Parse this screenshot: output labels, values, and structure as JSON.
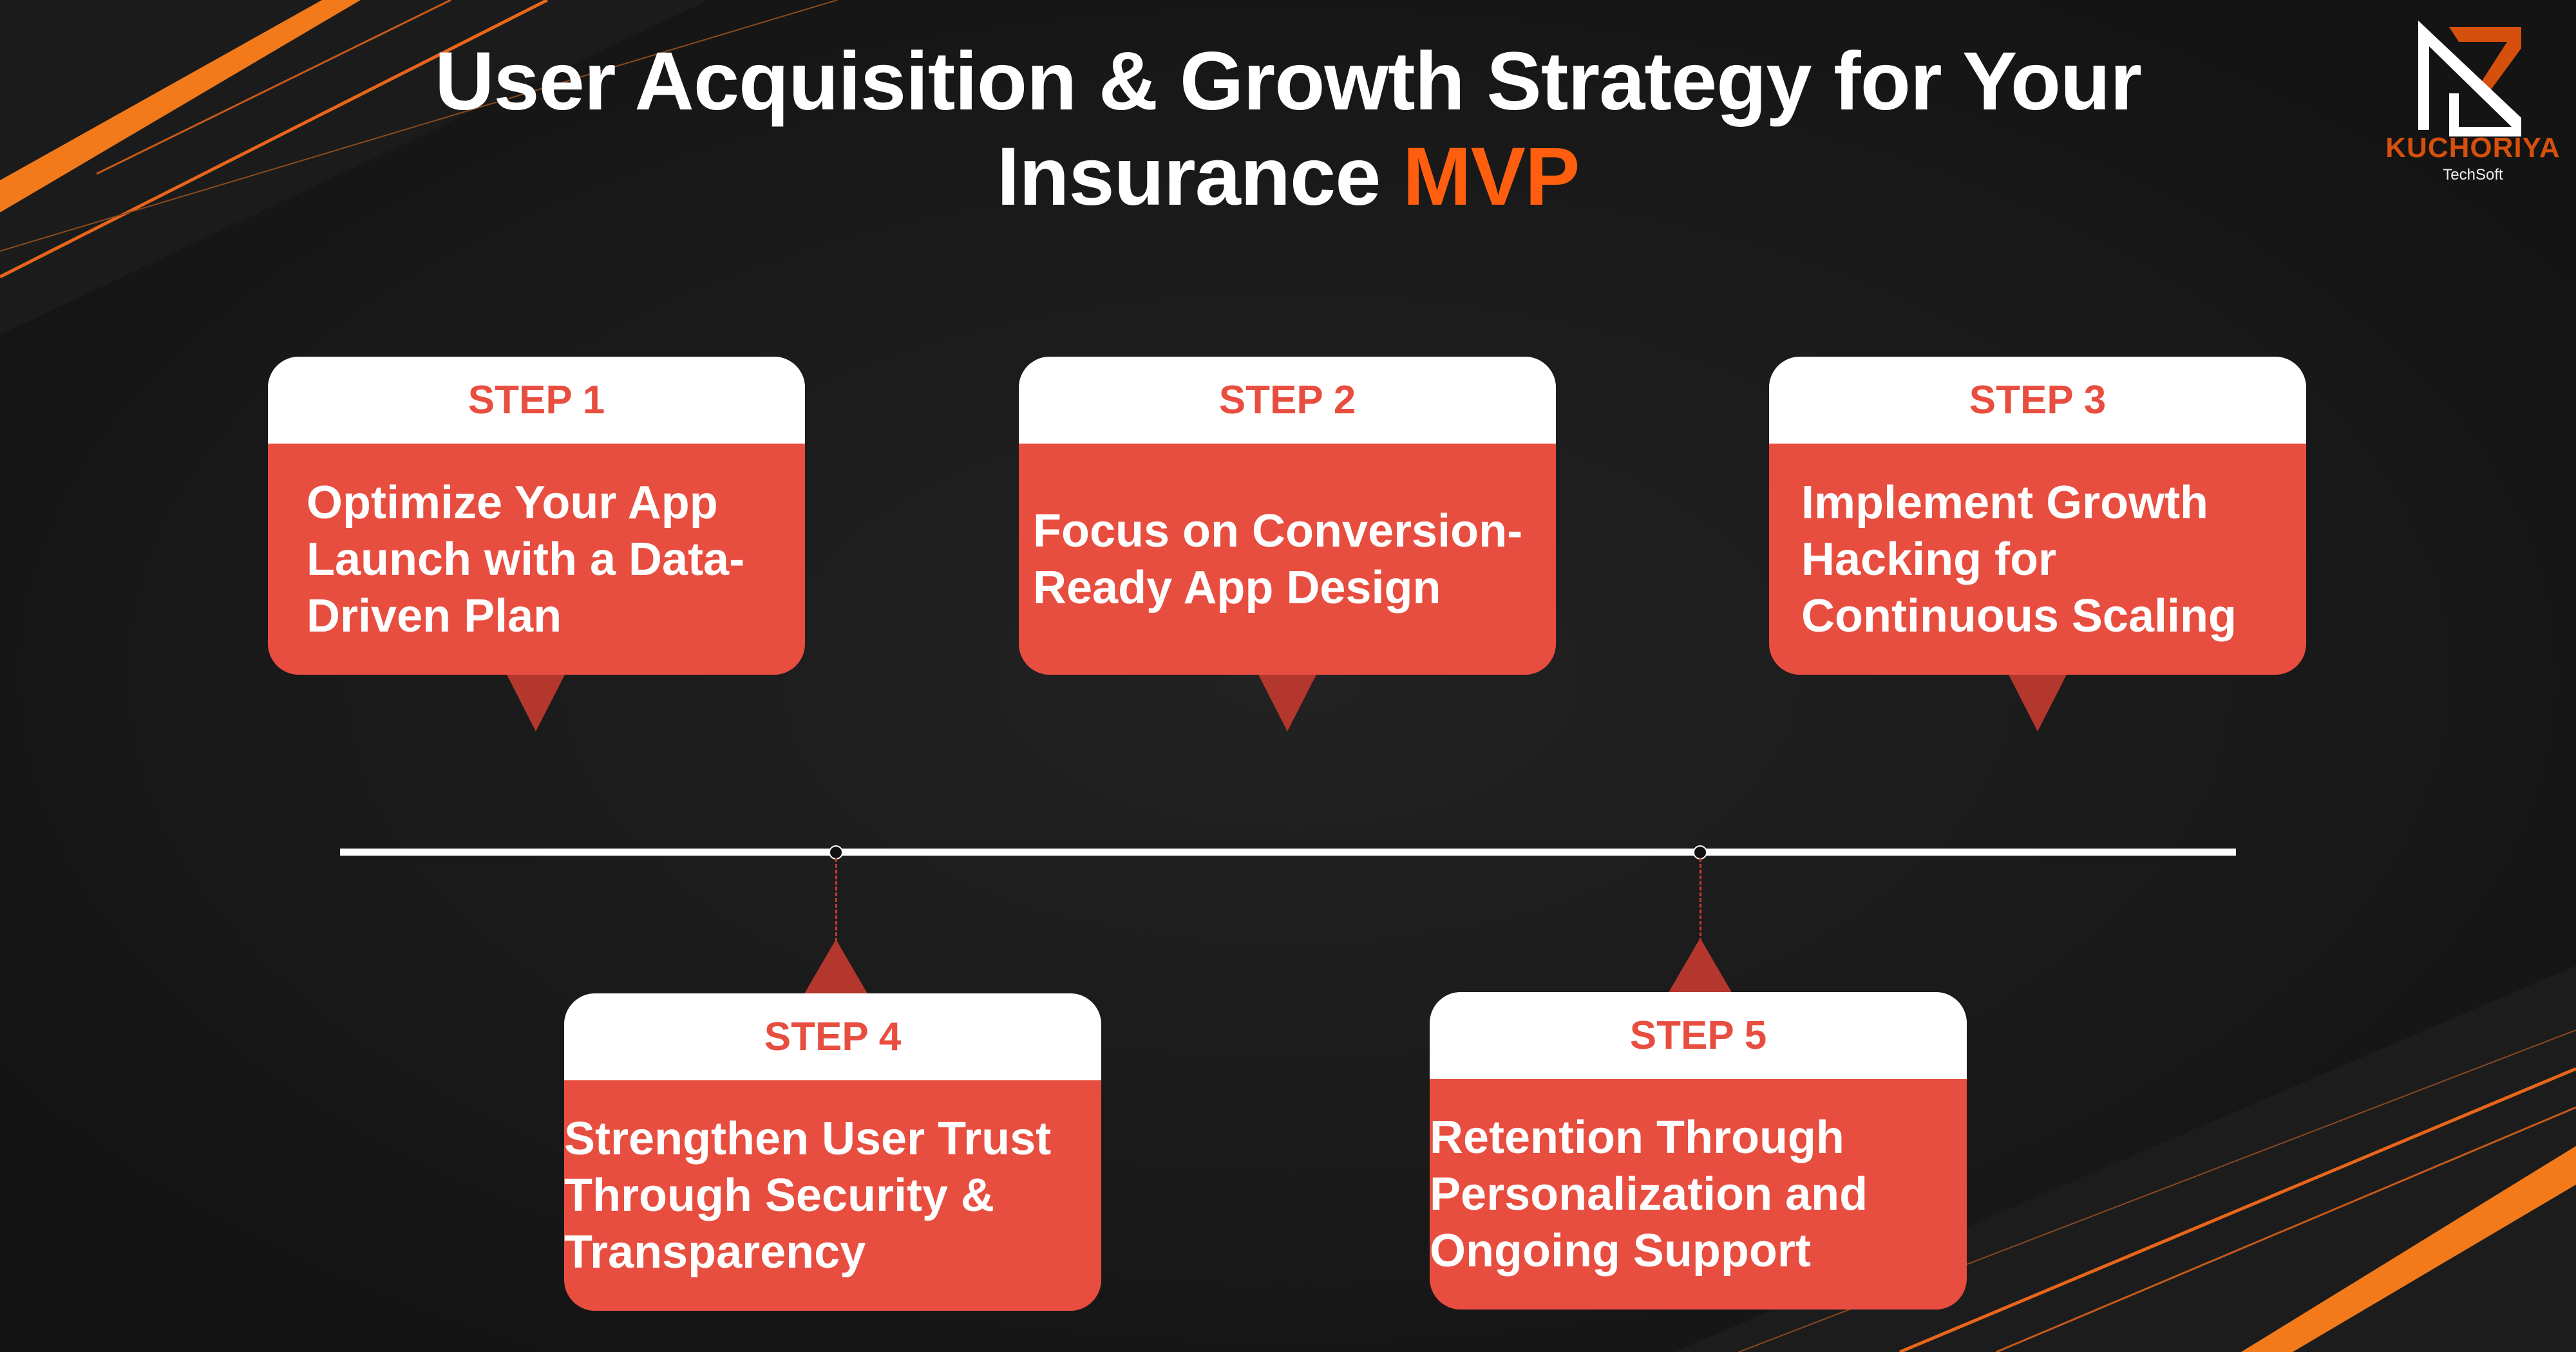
{
  "title": {
    "line1": "User Acquisition & Growth Strategy for Your",
    "line2_prefix": "Insurance ",
    "line2_accent": "MVP"
  },
  "logo": {
    "name": "KUCHORIYA",
    "sub": "TechSoft"
  },
  "colors": {
    "accent": "#FF5E0E",
    "card": "#E84E40",
    "background": "#151515"
  },
  "steps": [
    {
      "label": "STEP 1",
      "text": "Optimize Your App Launch with a Data-Driven Plan"
    },
    {
      "label": "STEP 2",
      "text": "Focus on Conversion-Ready App Design"
    },
    {
      "label": "STEP 3",
      "text": "Implement Growth Hacking for Continuous Scaling"
    },
    {
      "label": "STEP 4",
      "text": "Strengthen User Trust Through Security & Transparency"
    },
    {
      "label": "STEP 5",
      "text": "Retention Through Personalization and Ongoing Support"
    }
  ]
}
